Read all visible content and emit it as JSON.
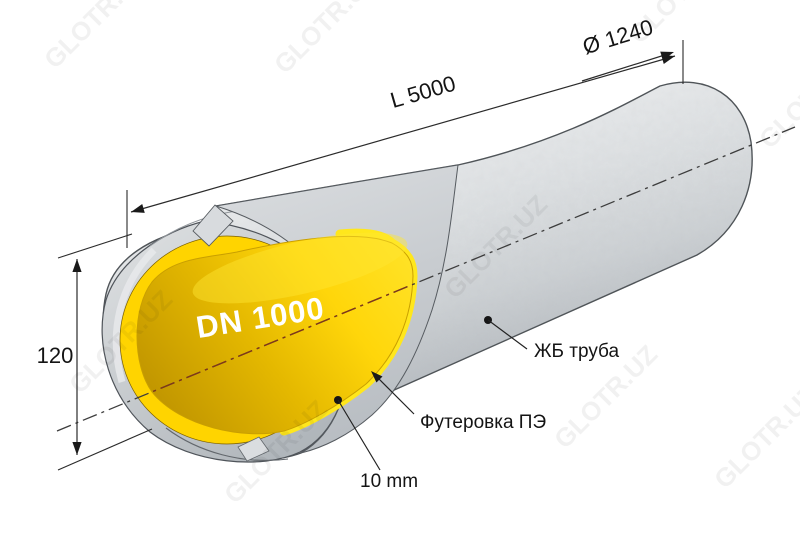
{
  "figure": {
    "kind": "pipe-cutaway-illustration"
  },
  "dimensions": {
    "length": "L 5000",
    "outer_diameter": "Ø 1240",
    "wall_thickness": "120",
    "bore": "DN 1000",
    "lining_thickness": "10 mm"
  },
  "labels": {
    "concrete_pipe": "ЖБ труба",
    "pe_lining": "Футеровка ПЭ"
  },
  "watermark": {
    "text": "GLOTR.UZ"
  },
  "colors": {
    "background": "#FFFFFF",
    "lining_yellow": "#FFD400",
    "lining_edge": "#FFE71C",
    "interior_shadow": "#BE9300",
    "interior_bright": "#FFE226",
    "concrete_light": "#F1F2F3",
    "concrete_dark": "#A5ABB0",
    "centerline_outer": "#3D3D3D",
    "centerline_inner": "#80381A"
  }
}
